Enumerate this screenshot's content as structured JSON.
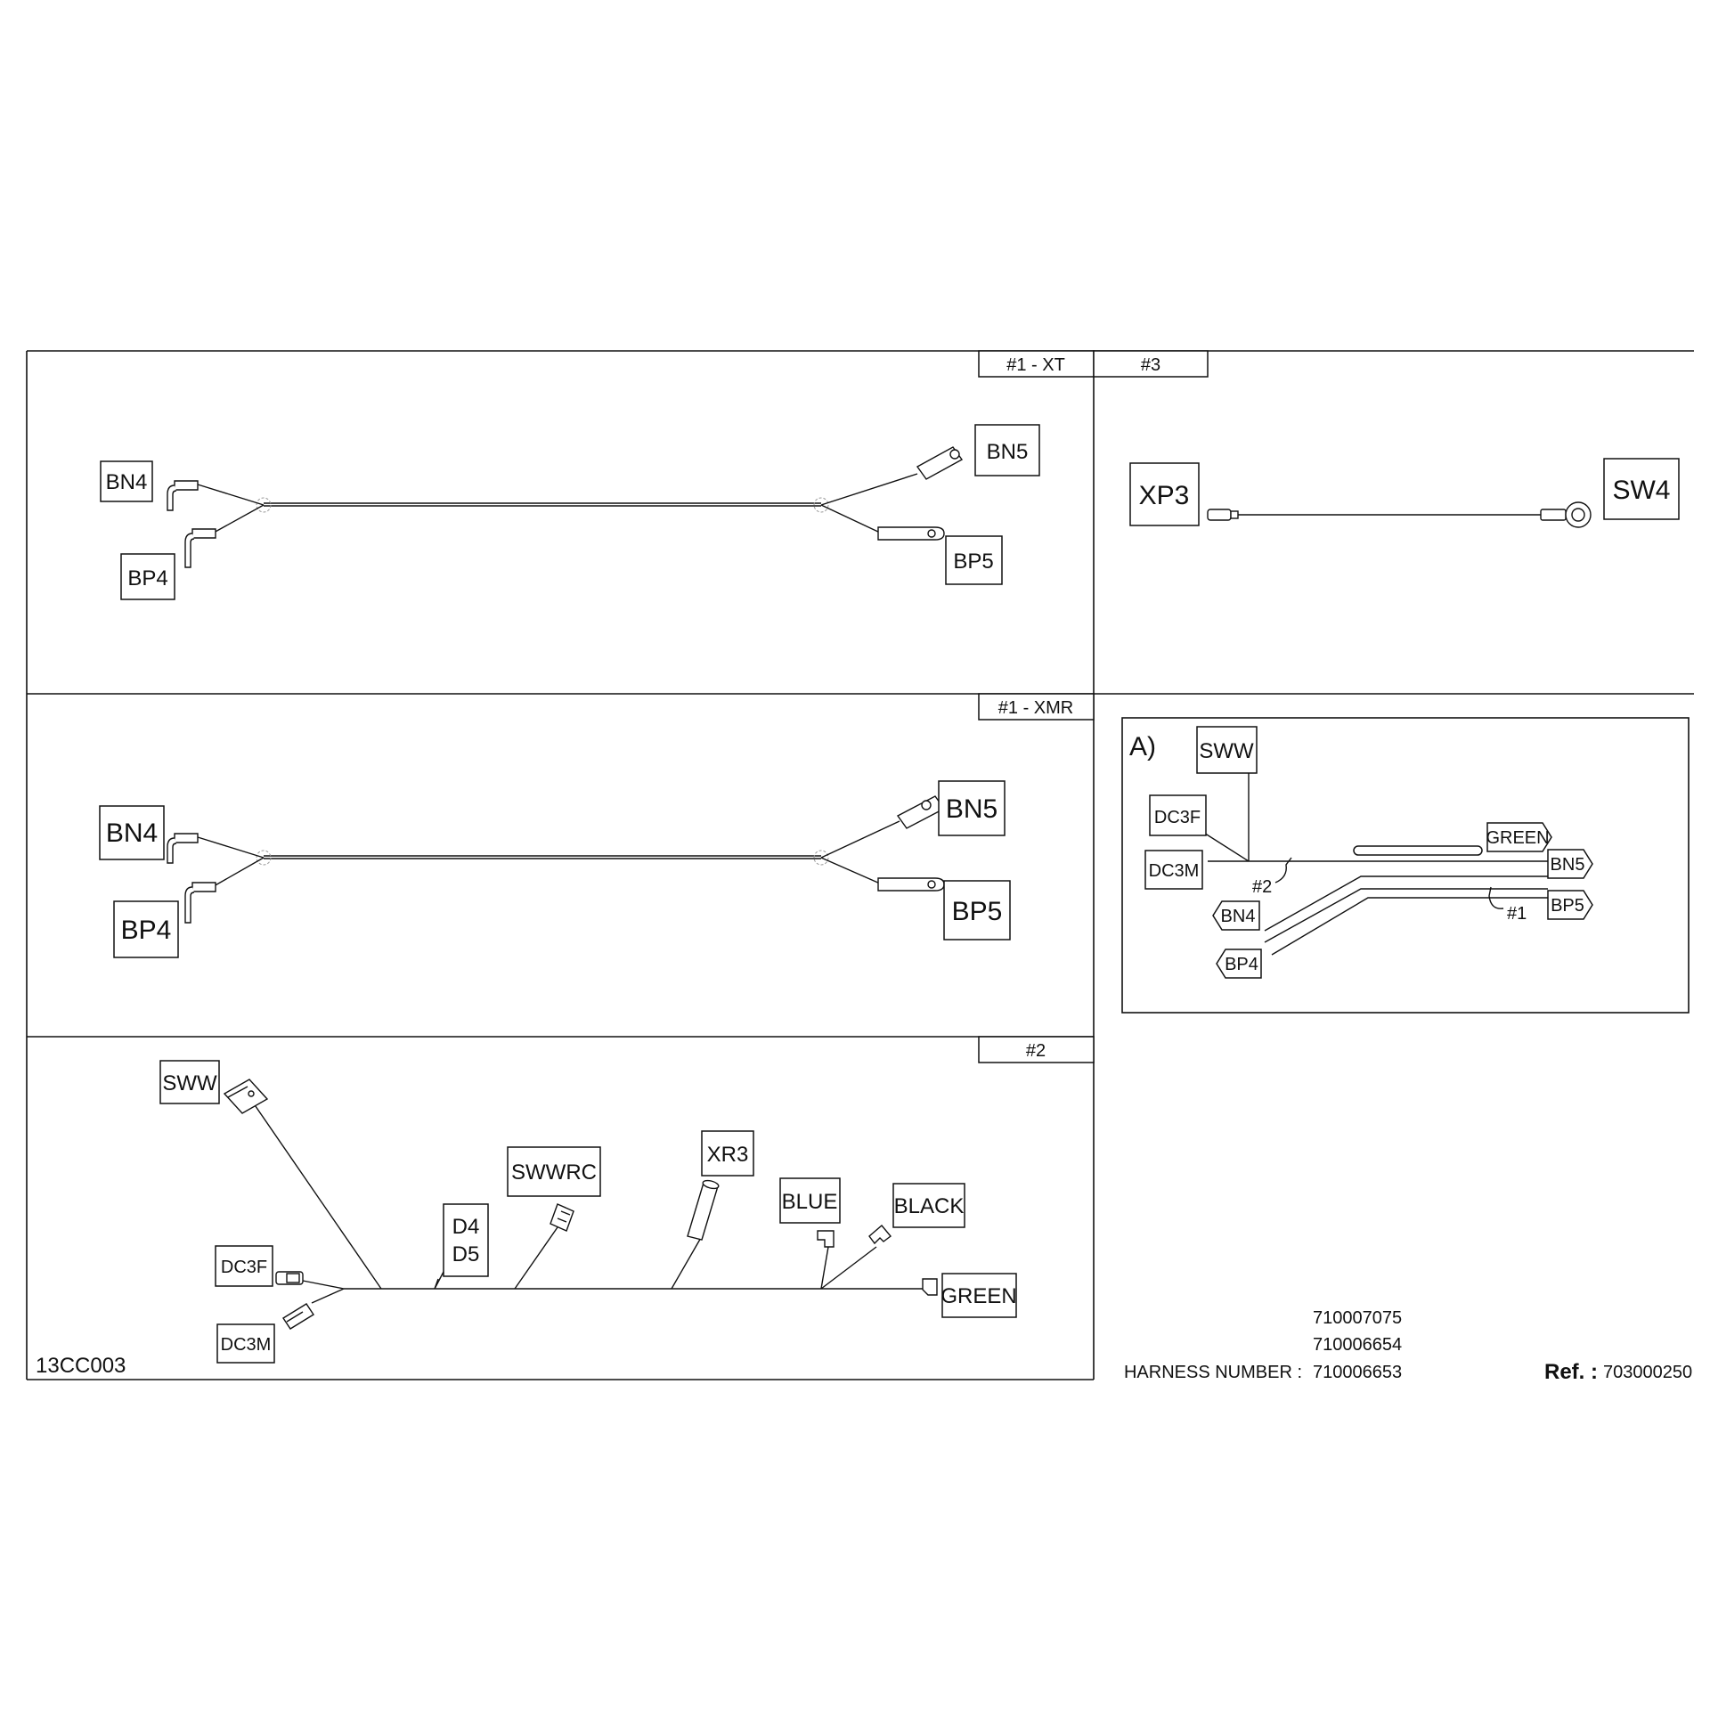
{
  "tabs": {
    "xt": "#1 - XT",
    "three": "#3",
    "xmr": "#1 - XMR",
    "two": "#2"
  },
  "panel_xt": {
    "bn4": "BN4",
    "bp4": "BP4",
    "bn5": "BN5",
    "bp5": "BP5"
  },
  "panel_3": {
    "xp3": "XP3",
    "sw4": "SW4"
  },
  "panel_xmr": {
    "bn4": "BN4",
    "bp4": "BP4",
    "bn5": "BN5",
    "bp5": "BP5"
  },
  "panel_2": {
    "sww": "SWW",
    "dc3f": "DC3F",
    "dc3m": "DC3M",
    "d4": "D4",
    "d5": "D5",
    "swwrc": "SWWRC",
    "xr3": "XR3",
    "blue": "BLUE",
    "black": "BLACK",
    "green": "GREEN"
  },
  "detail_a": {
    "title": "A)",
    "sww": "SWW",
    "dc3f": "DC3F",
    "dc3m": "DC3M",
    "green": "GREEN",
    "bn5": "BN5",
    "bp5": "BP5",
    "bn4": "BN4",
    "bp4": "BP4",
    "callout_2": "#2",
    "callout_1": "#1"
  },
  "footer": {
    "drawing_code": "13CC003",
    "harness_label": "HARNESS NUMBER :",
    "harness_numbers": [
      "710007075",
      "710006654",
      "710006653"
    ],
    "ref_label": "Ref. :",
    "ref_value": "703000250"
  }
}
